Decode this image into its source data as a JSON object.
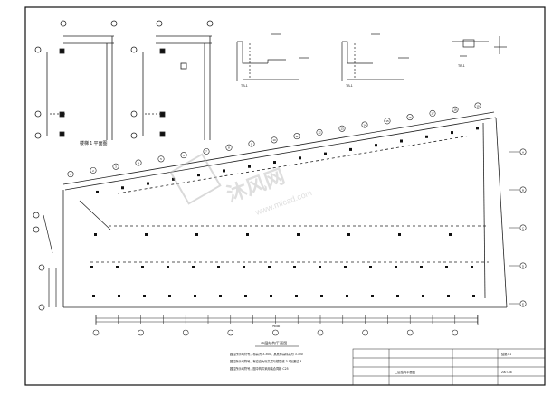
{
  "drawing": {
    "stair_plan_title": "楼梯 1  平面图",
    "floor_plan_title": "二层结构平面图",
    "notes": [
      "圆柱所示均符号，标高为 3.300，其底标高标高为 3.300",
      "圆柱所示均符号，有空白为标高层与楼层底 3.5加通过 3",
      "圆柱所示均符号，图中构件采用装合同格 C25"
    ],
    "watermark_cn": "沐风网",
    "watermark_url": "www.mfcad.com",
    "dim_total": "75000",
    "section_labels": [
      "TB-1",
      "TB-1",
      "TB-1"
    ],
    "title_block": {
      "plan_name": "二层结构平面图",
      "drawing_no": "结施-01",
      "date": "2007-06"
    },
    "axis_numbers_top": [
      "1",
      "2",
      "3",
      "4",
      "5",
      "6",
      "7",
      "8",
      "9",
      "10",
      "11",
      "12",
      "13",
      "14",
      "15",
      "16",
      "17",
      "18",
      "19"
    ],
    "axis_letters_right": [
      "A",
      "B",
      "C",
      "D",
      "E"
    ]
  },
  "colors": {
    "line": "#1a1a1a",
    "watermark": "#c8c8c8"
  }
}
